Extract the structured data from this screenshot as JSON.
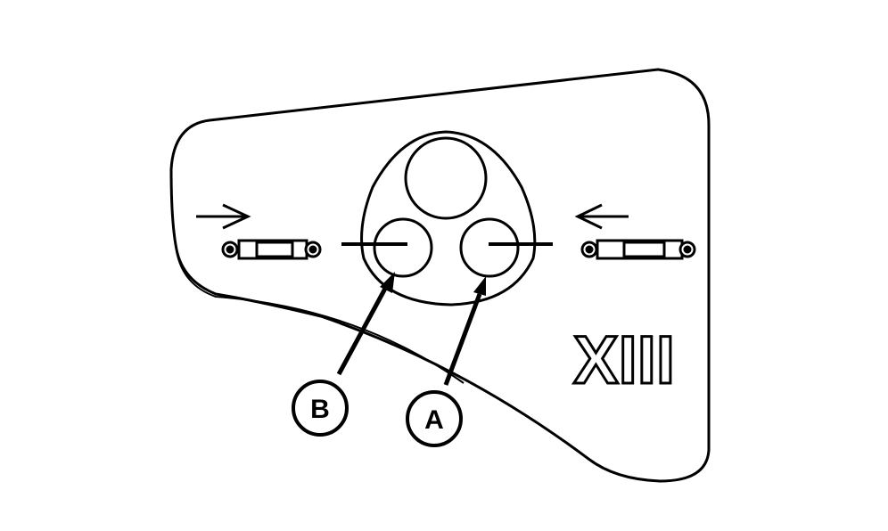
{
  "diagram": {
    "stroke_color": "#000000",
    "fill_color": "#ffffff",
    "panel_marking": "XIII",
    "callouts": [
      {
        "id": "A",
        "label": "A"
      },
      {
        "id": "B",
        "label": "B"
      }
    ],
    "icons": [
      "arrow-right-icon",
      "arrow-left-icon",
      "link-rod-icon"
    ]
  }
}
